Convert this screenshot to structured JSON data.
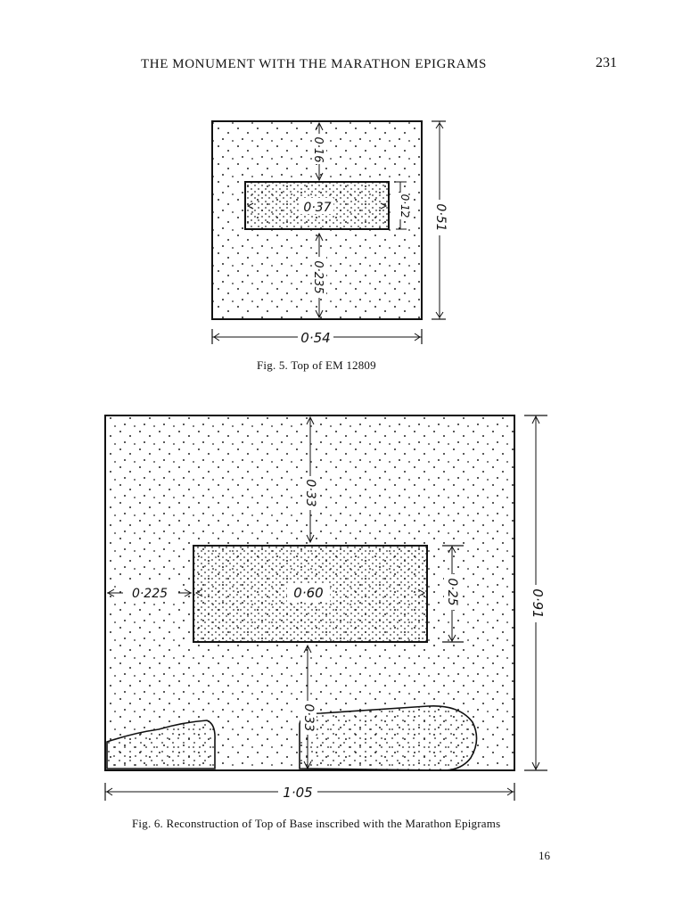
{
  "header": {
    "running_title": "THE MONUMENT WITH THE MARATHON EPIGRAMS",
    "page_number": "231"
  },
  "figures": [
    {
      "caption": "Fig. 5.   Top of EM 12809",
      "dimensions": {
        "top_margin": "0·16",
        "inner_width": "0·37",
        "inner_height": "0·12",
        "bottom_margin": "0·235",
        "overall_depth": "0·51",
        "overall_width": "0·54"
      }
    },
    {
      "caption": "Fig. 6.   Reconstruction of Top of Base inscribed with the Marathon Epigrams",
      "dimensions": {
        "top_margin": "0·33",
        "side_margin": "0·225",
        "inner_width": "0·60",
        "inner_height": "0·25",
        "overall_depth": "0·91",
        "bottom_margin": "0·33",
        "overall_width": "1·05"
      }
    }
  ],
  "footer": {
    "signature_mark": "16"
  }
}
